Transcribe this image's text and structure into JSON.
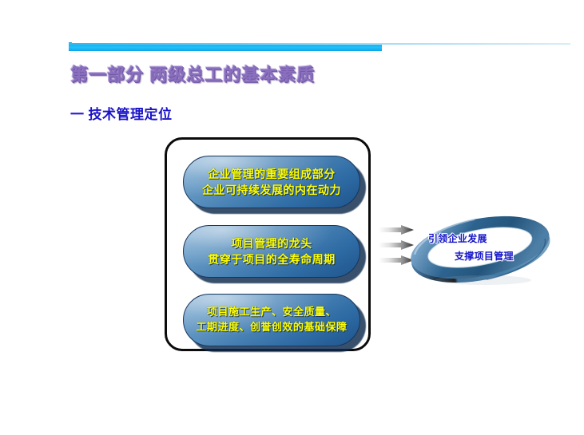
{
  "slide": {
    "title": "第一部分  两级总工的基本素质",
    "subtitle_marker": "一",
    "subtitle": "技术管理定位",
    "background_color": "#ffffff",
    "accent_color": "#15b5f0",
    "title_color": "#8a6fbf",
    "subtitle_color": "#1a13c8"
  },
  "header_bar": {
    "name": "header-accent-bar",
    "thin_rule_color": "#2fb8f2",
    "thick_bar_color": "#15b5f0"
  },
  "diagram": {
    "frame_color": "#0b0b0b",
    "pill_text_color": "#ffff00",
    "pill_fill_from": "#8fb6d8",
    "pill_fill_to": "#1f548c",
    "pills": [
      {
        "id": "pill-1",
        "lines": [
          "企业管理的重要组成部分",
          "企业可持续发展的内在动力"
        ]
      },
      {
        "id": "pill-2",
        "lines": [
          "项目管理的龙头",
          "贯穿于项目的全寿命周期"
        ]
      },
      {
        "id": "pill-3",
        "lines": [
          "项目施工生产、安全质量、",
          "工期进度、创誉创效的基础保障"
        ]
      }
    ],
    "arrows": {
      "name": "arrow-right-icon",
      "count": 3,
      "color": "#3f3f3f",
      "direction": "right"
    },
    "ring": {
      "name": "torus-shape",
      "color": "#2e6ba4",
      "text_color": "#1414c8",
      "lines": [
        "引领企业发展",
        "支撑项目管理"
      ]
    }
  }
}
